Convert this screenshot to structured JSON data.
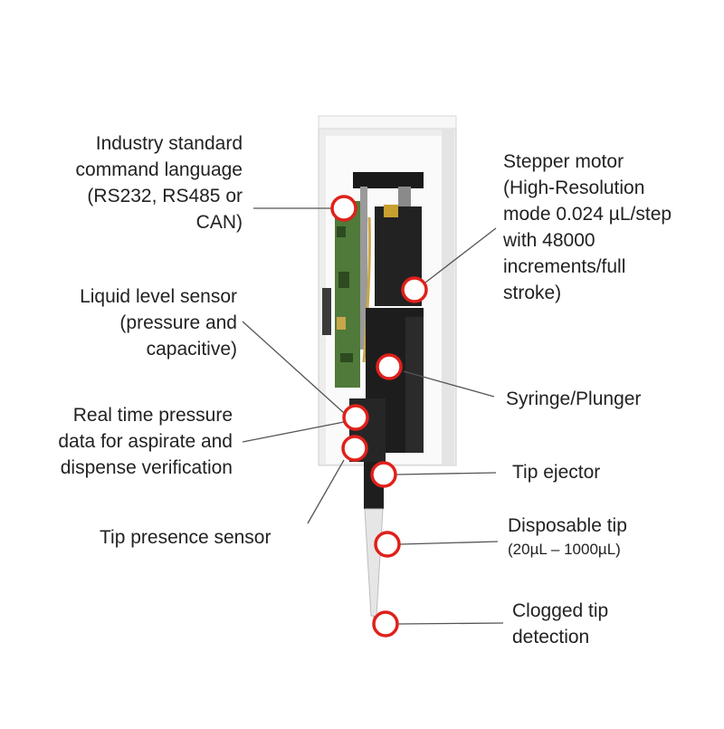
{
  "callouts": {
    "command_language": [
      "Industry standard",
      "command language",
      "(RS232, RS485 or",
      "CAN)"
    ],
    "stepper_motor": [
      "Stepper motor",
      "(High-Resolution",
      "mode 0.024 µL/step",
      "with 48000",
      "increments/full",
      "stroke)"
    ],
    "liquid_level": [
      "Liquid level sensor",
      "(pressure and",
      "capacitive)"
    ],
    "syringe": [
      "Syringe/Plunger"
    ],
    "pressure_data": [
      "Real time pressure",
      "data for aspirate and",
      "dispense verification"
    ],
    "tip_ejector": [
      "Tip ejector"
    ],
    "tip_presence": [
      "Tip presence sensor"
    ],
    "disposable_tip": {
      "title": "Disposable tip",
      "range": "(20µL – 1000µL)"
    },
    "clogged_tip": [
      "Clogged tip",
      "detection"
    ]
  },
  "colors": {
    "marker_ring": "#e0201b",
    "leader_line": "#555555",
    "housing": "#f2f2f2",
    "pcb": "#4f7a3a",
    "mechanism": "#1a1a1a"
  }
}
